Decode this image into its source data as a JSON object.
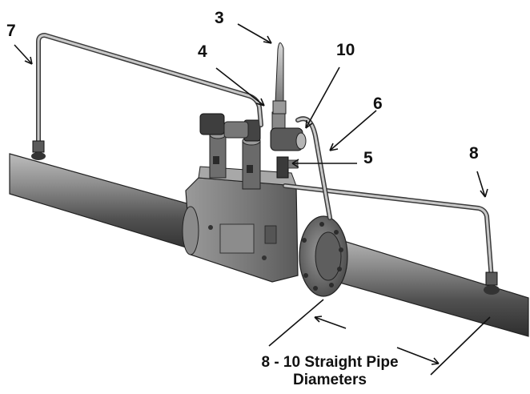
{
  "callouts": {
    "c3": "3",
    "c4": "4",
    "c10": "10",
    "c6": "6",
    "c5": "5",
    "c7": "7",
    "c8": "8"
  },
  "caption": {
    "line1": "8 - 10 Straight Pipe",
    "line2": "Diameters"
  },
  "colors": {
    "line": "#111111",
    "pipe_dark": "#3a3a3a",
    "pipe_mid": "#8a8a8a",
    "pipe_light": "#d4d4d4",
    "body": "#7a7a7a"
  }
}
